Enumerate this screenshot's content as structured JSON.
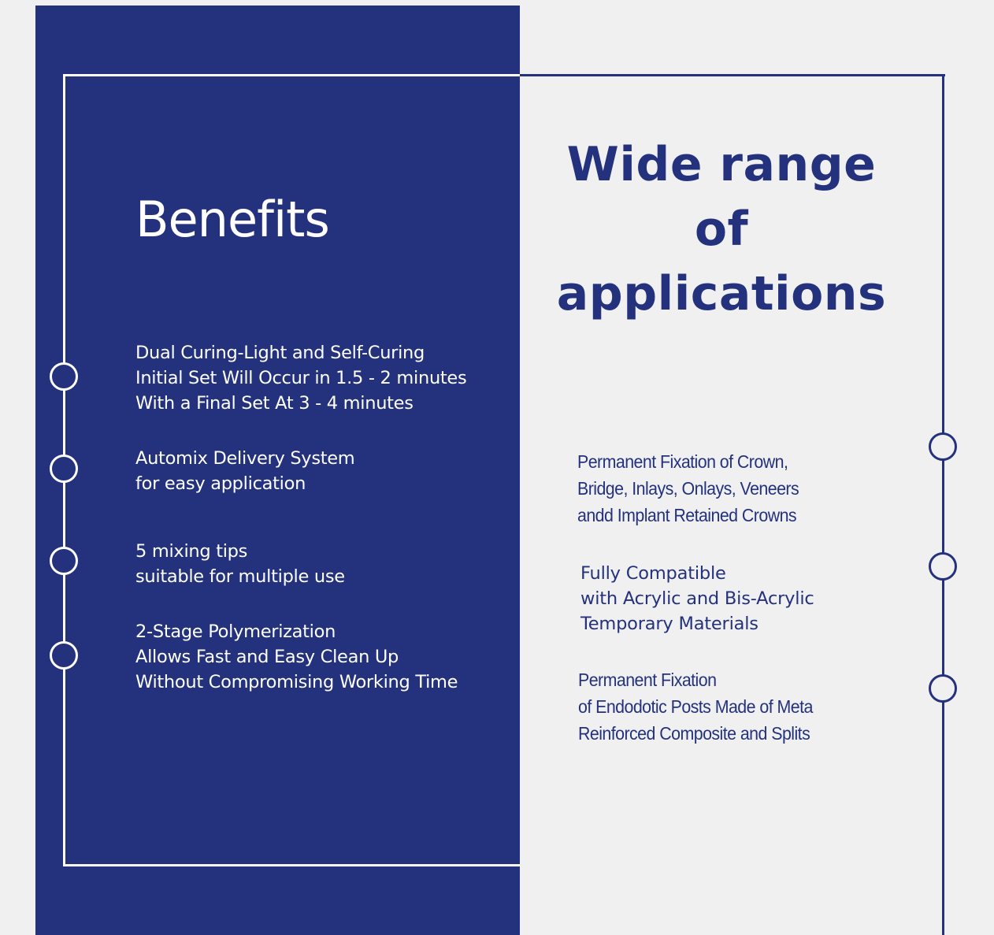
{
  "benefits": {
    "title": "Benefits",
    "items": [
      {
        "text": "Dual Curing-Light and Self-Curing\nInitial Set Will Occur in 1.5 - 2 minutes\nWith a Final Set At 3 - 4 minutes"
      },
      {
        "text": "Automix Delivery System\nfor easy application"
      },
      {
        "text": "5 mixing tips\nsuitable for multiple use"
      },
      {
        "text": "2-Stage Polymerization\nAllows Fast and Easy Clean Up\nWithout Compromising Working Time"
      }
    ]
  },
  "applications": {
    "title": "Wide  range\nof  applications",
    "items": [
      {
        "text": "Permanent Fixation of Crown,\nBridge, Inlays, Onlays, Veneers\nandd Implant Retained Crowns"
      },
      {
        "text": "Fully Compatible\nwith Acrylic and Bis-Acrylic\nTemporary Materials"
      },
      {
        "text": "Permanent Fixation\nof Endodotic Posts Made of Meta\nReinforced Composite and Splits"
      }
    ]
  },
  "colors": {
    "navy": "#24327e",
    "light_bg": "#f0f0f0",
    "white": "#ffffff"
  }
}
